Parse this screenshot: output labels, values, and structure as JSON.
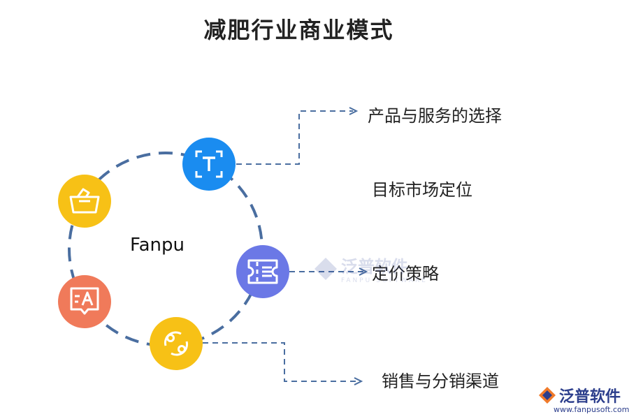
{
  "title": "减肥行业商业模式",
  "center": {
    "label": "Fanpu"
  },
  "items": [
    {
      "label": "产品与服务的选择",
      "color": "#1a8cf0",
      "icon": "text-frame-icon"
    },
    {
      "label": "目标市场定位"
    },
    {
      "label": "定价策略",
      "color": "#6b78e6",
      "icon": "ticket-icon"
    },
    {
      "label": "销售与分销渠道",
      "color": "#f7c116",
      "icon": "refresh-circle-icon"
    }
  ],
  "side_nodes": [
    {
      "color": "#f7c116",
      "icon": "basket-icon"
    },
    {
      "color": "#f07a5a",
      "icon": "translate-chat-icon"
    }
  ],
  "connector_color": "#4a6ea0",
  "watermark": {
    "text": "泛普软件",
    "sub": "FANPU SOFTWARE"
  },
  "logo": {
    "text": "泛普软件",
    "url": "www.fanpusoft.com"
  }
}
